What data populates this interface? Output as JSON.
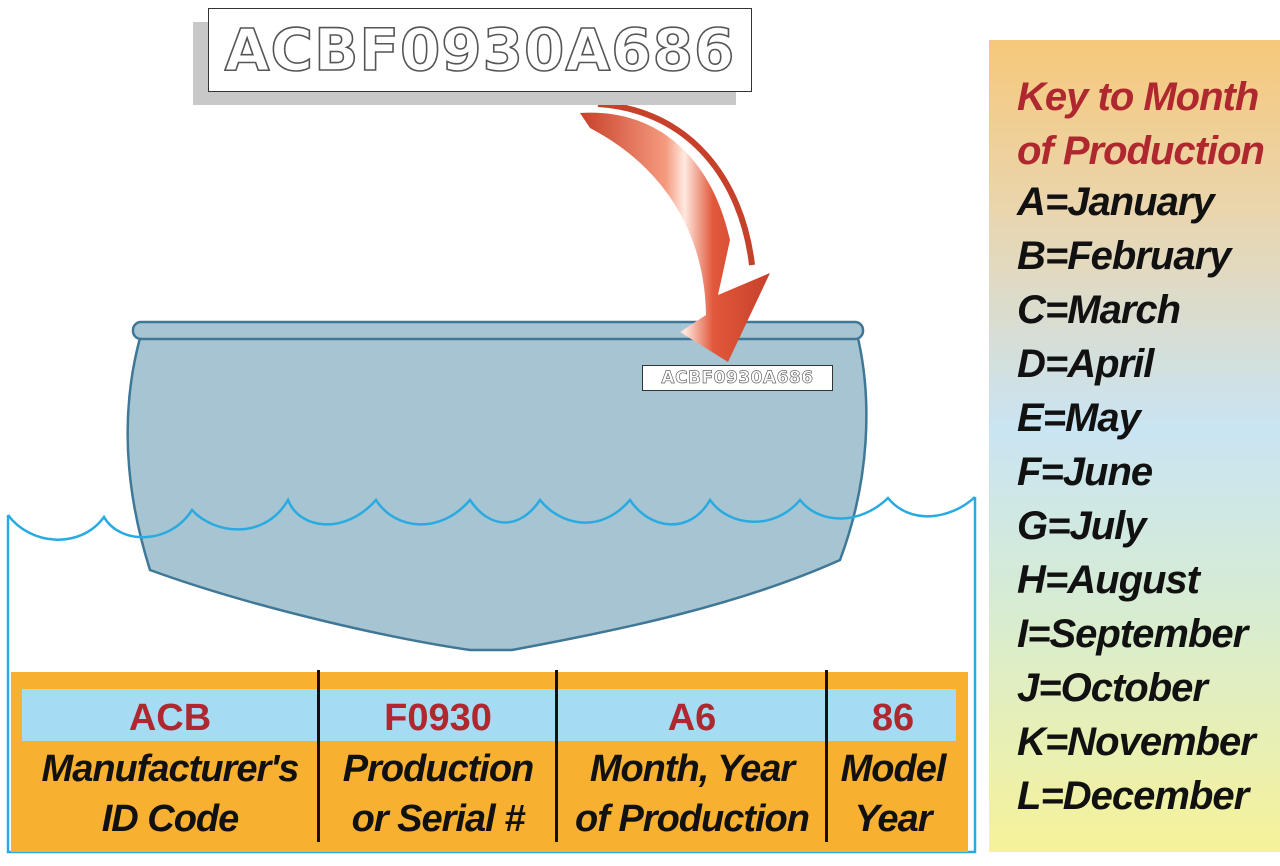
{
  "hin_plate": {
    "text": "ACBF0930A686"
  },
  "hull_tag": {
    "text": "ACBF0930A686"
  },
  "decode": [
    {
      "code": "ACB",
      "desc_line1": "Manufacturer's",
      "desc_line2": "ID Code"
    },
    {
      "code": "F0930",
      "desc_line1": "Production",
      "desc_line2": "or Serial #"
    },
    {
      "code": "A6",
      "desc_line1": "Month, Year",
      "desc_line2": "of Production"
    },
    {
      "code": "86",
      "desc_line1": "Model",
      "desc_line2": "Year"
    }
  ],
  "key": {
    "title_line1": "Key to Month",
    "title_line2": "of Production",
    "items": [
      "A=January",
      "B=February",
      "C=March",
      "D=April",
      "E=May",
      "F=June",
      "G=July",
      "H=August",
      "I=September",
      "J=October",
      "K=November",
      "L=December"
    ]
  },
  "colors": {
    "hull": "#a6c4d2",
    "hull_outline": "#3f7897",
    "water": "#29abe2",
    "arrow": "#d04a2c",
    "code_red": "#b0282f",
    "table_orange": "#f7b030",
    "table_band": "#a6dcf3"
  }
}
